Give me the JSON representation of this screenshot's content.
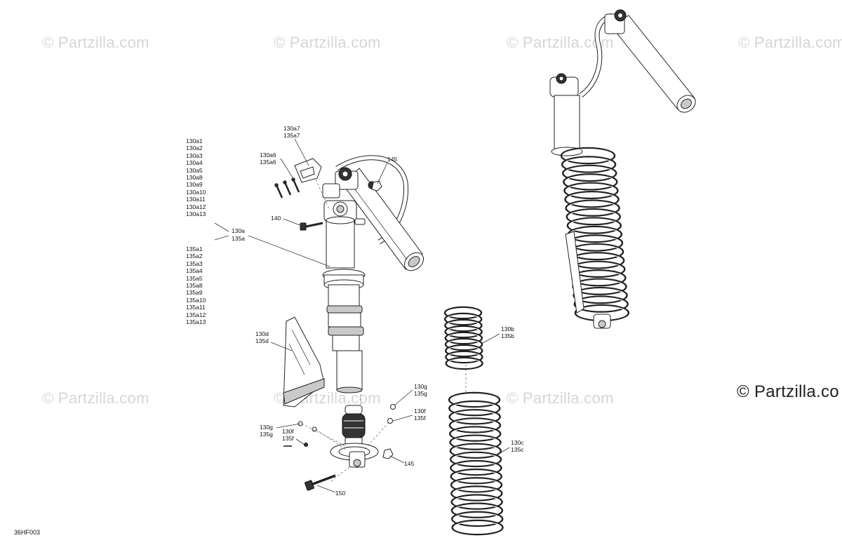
{
  "watermarks": {
    "text": "© Partzilla.com",
    "big_text": "© Partzilla.co"
  },
  "diagram_code": "36HF003",
  "assembly_list_130": [
    "130a1",
    "130a2",
    "130a3",
    "130a4",
    "130a5",
    "130a8",
    "130a9",
    "130a10",
    "130a11",
    "130a12",
    "130a13"
  ],
  "assembly_list_135": [
    "135a1",
    "135a2",
    "135a3",
    "135a4",
    "135a5",
    "135a8",
    "135a9",
    "135a10",
    "135a11",
    "135a12",
    "135a13"
  ],
  "callouts": {
    "c130a7": "130a7",
    "c135a7": "135a7",
    "c130a6": "130a6",
    "c135a6": "135a6",
    "c145_top": "145",
    "c140": "140",
    "c130a": "130a",
    "c135a": "135a",
    "c130d": "130d",
    "c135d": "135d",
    "c130g_r": "130g",
    "c135g_r": "135g",
    "c130f_r": "130f",
    "c135f_r": "135f",
    "c130g_l": "130g",
    "c135g_l": "135g",
    "c130f_l": "130f",
    "c135f_l": "135f",
    "c145_bot": "145",
    "c150": "150",
    "c130b": "130b",
    "c135b": "135b",
    "c130c": "130c",
    "c135c": "135c"
  }
}
